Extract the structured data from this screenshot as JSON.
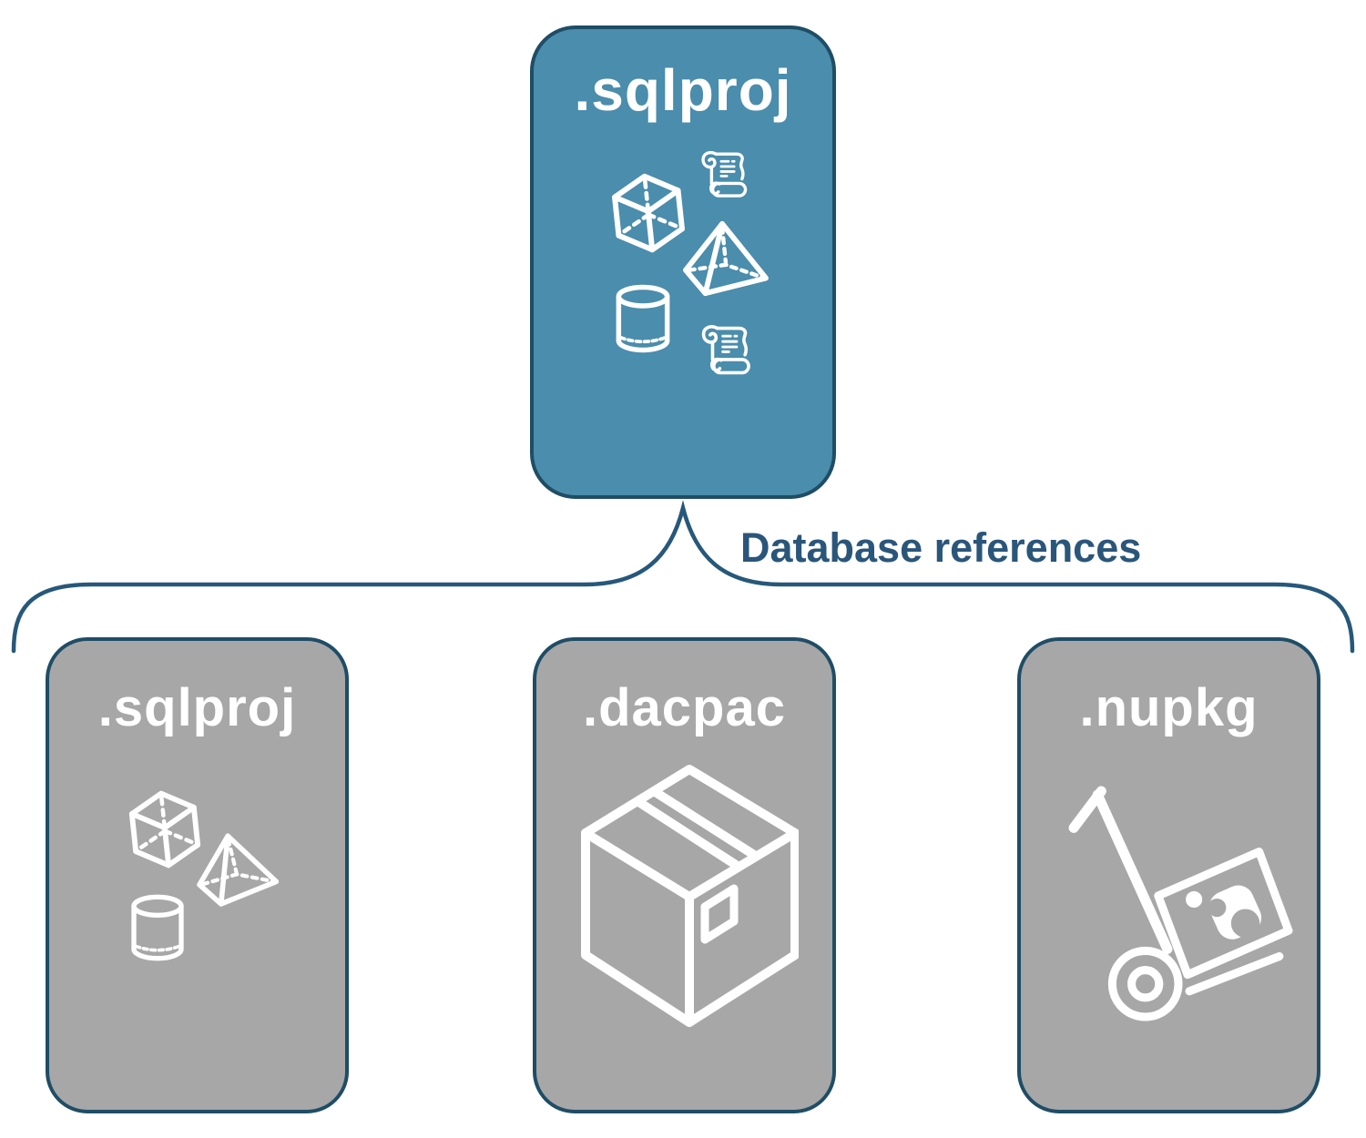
{
  "diagram": {
    "root": {
      "id": "sqlproj-root",
      "label": ".sqlproj",
      "icons": [
        "cube-icon",
        "scroll-icon",
        "pyramid-icon",
        "cylinder-icon",
        "scroll-icon"
      ]
    },
    "connector": {
      "label": "Database references"
    },
    "children": [
      {
        "id": "sqlproj-reference",
        "label": ".sqlproj",
        "icons": [
          "cube-icon",
          "pyramid-icon",
          "cylinder-icon"
        ]
      },
      {
        "id": "dacpac-reference",
        "label": ".dacpac",
        "icons": [
          "package-box-icon"
        ]
      },
      {
        "id": "nupkg-reference",
        "label": ".nupkg",
        "icons": [
          "hand-truck-package-icon"
        ]
      }
    ]
  },
  "colors": {
    "root-fill": "#4a8dac",
    "node-fill": "#a7a7a7",
    "node-border": "#1f4d66",
    "connector-line": "#26587a",
    "label-text": "#2a567a",
    "icon-stroke": "#ffffff",
    "title-text": "#ffffff",
    "background": "#ffffff"
  }
}
